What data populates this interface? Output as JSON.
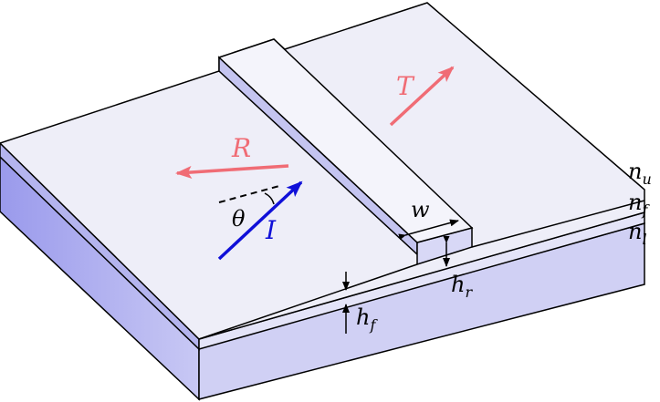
{
  "labels": {
    "reflected": "R",
    "transmitted": "T",
    "incident": "I",
    "angle": "θ",
    "width": "w",
    "ridge_height": {
      "base": "h",
      "sub": "r"
    },
    "film_height": {
      "base": "h",
      "sub": "f"
    },
    "n_upper": {
      "base": "n",
      "sub": "u"
    },
    "n_film": {
      "base": "n",
      "sub": "f"
    },
    "n_lower": {
      "base": "n",
      "sub": "l"
    }
  },
  "colors": {
    "top_face": "#eeeef8",
    "ridge_top": "#f4f4fb",
    "front_face": "#d0d0f4",
    "side_face": "#a8a8ee",
    "film_front": "#e4e4f8",
    "reflected_arrow": "#f06c75",
    "transmitted_arrow": "#f06c75",
    "incident_arrow": "#1010d8",
    "outline": "#000000"
  }
}
